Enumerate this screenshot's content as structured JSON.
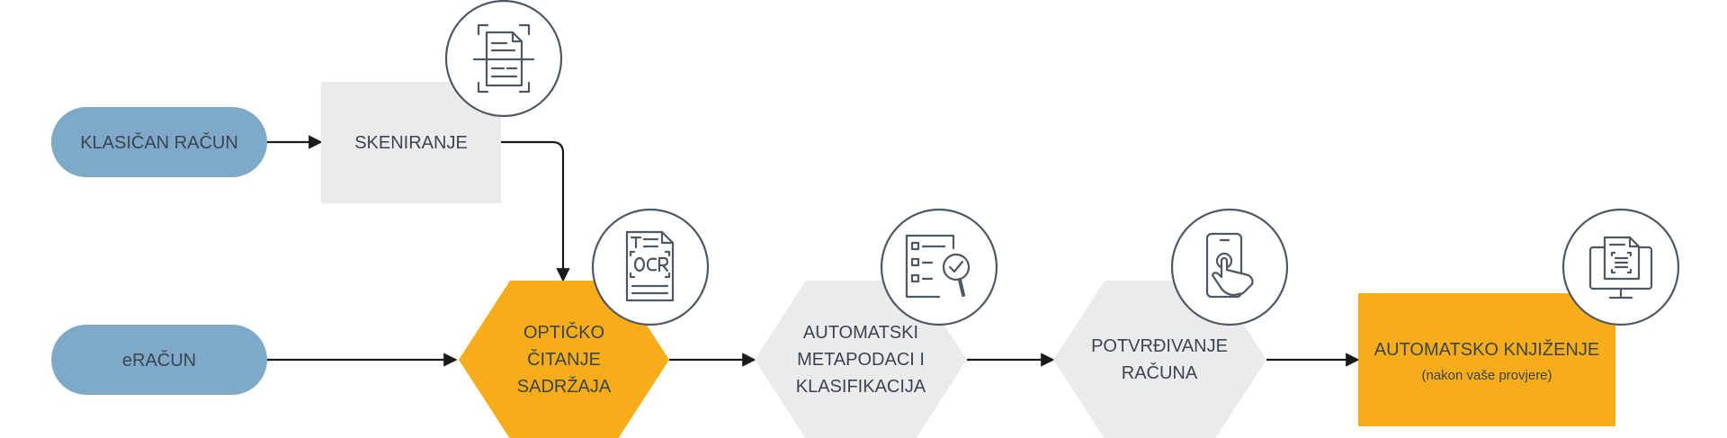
{
  "colors": {
    "pill_blue": "#7ea9c9",
    "gray_box": "#ebebeb",
    "hex_gray": "#ebebeb",
    "accent_orange": "#f7ad19",
    "text": "#3b4450",
    "icon_stroke": "#4f5861",
    "arrow": "#1a1a1a"
  },
  "nodes": {
    "klasican_racun": {
      "label": "KLASIČAN RAČUN"
    },
    "eracun": {
      "label": "eRAČUN"
    },
    "skeniranje": {
      "label": "SKENIRANJE",
      "icon": "document-scan-icon"
    },
    "opticko_citanje": {
      "lines": [
        "OPTIČKO",
        "ČITANJE",
        "SADRŽAJA"
      ],
      "icon": "ocr-document-icon"
    },
    "metapodaci": {
      "lines": [
        "AUTOMATSKI",
        "METAPODACI I",
        "KLASIFIKACIJA"
      ],
      "icon": "checklist-magnifier-icon"
    },
    "potvrdivanje": {
      "lines": [
        "POTVRĐIVANJE",
        "RAČUNA"
      ],
      "icon": "phone-tap-icon"
    },
    "knjizenje": {
      "label": "AUTOMATSKO KNJIŽENJE",
      "sublabel": "(nakon vaše provjere)",
      "icon": "monitor-document-icon"
    }
  }
}
